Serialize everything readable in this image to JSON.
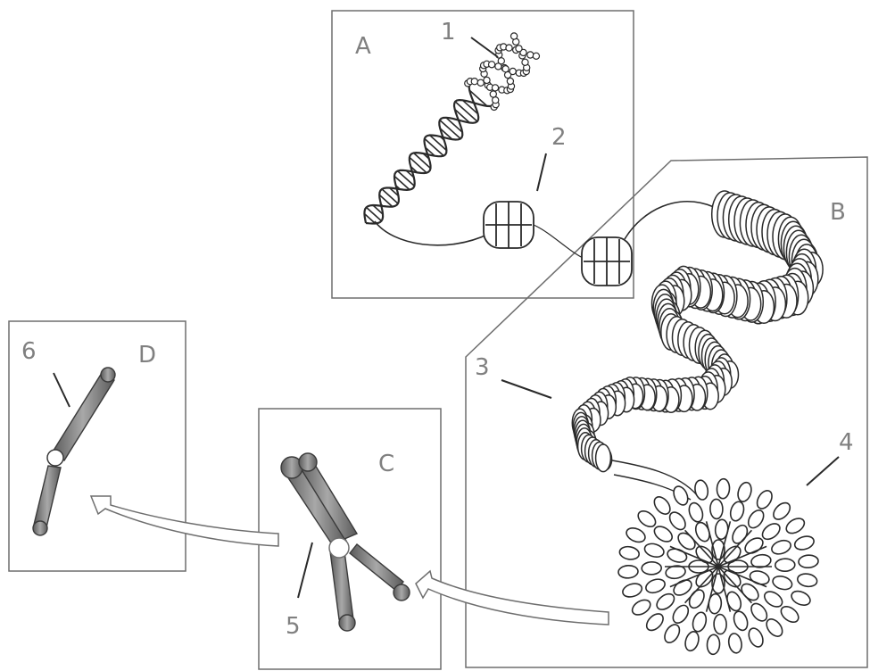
{
  "panels": {
    "a": {
      "letter": "A"
    },
    "b": {
      "letter": "B"
    },
    "c": {
      "letter": "C"
    },
    "d": {
      "letter": "D"
    }
  },
  "callouts": [
    "1",
    "2",
    "3",
    "4",
    "5",
    "6"
  ],
  "colors": {
    "frame": "#6e6e6e",
    "ink": "#2a2a2a",
    "label": "#808080",
    "chromatid": "#8a8a8a",
    "fill": "#ffffff"
  }
}
